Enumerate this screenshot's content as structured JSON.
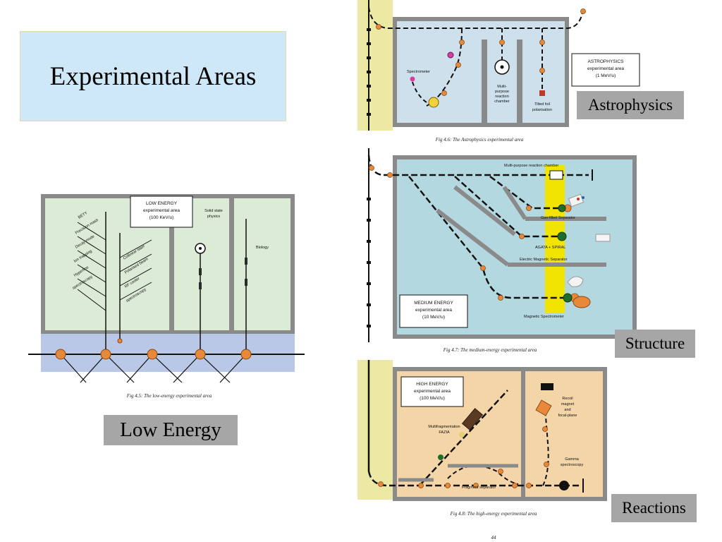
{
  "slide": {
    "title": "Experimental Areas"
  },
  "tags": {
    "astrophysics": "Astrophysics",
    "structure": "Structure",
    "reactions": "Reactions",
    "low_energy": "Low Energy"
  },
  "figures": {
    "low_energy": {
      "caption": "Fig 4.5: The low-energy experimental area",
      "area_box": [
        "LOW ENERGY",
        "experimental area",
        "(100 KeV/u)"
      ],
      "labels": {
        "solid_state": [
          "Solid state",
          "physics"
        ],
        "biology": "Biology",
        "left_branches": [
          "BETY",
          "Precision mass",
          "Decay mode",
          "Ion trapping",
          "Hyperfine",
          "spectroscopy"
        ],
        "right_branches": [
          "Collinear laser",
          "Polarised beam",
          "RF cooler",
          "spectroscopy"
        ]
      },
      "colors": {
        "area": "#dcebd5",
        "walls": "#8a8a8a",
        "beamline_band": "#b8c8e6",
        "node": "#e8893a"
      }
    },
    "astrophysics": {
      "caption": "Fig 4.6: The Astrophysics experimental area",
      "area_box": [
        "ASTROPHYSICS",
        "experimental area",
        "(1 MeV/u)"
      ],
      "labels": {
        "spectrometer": "Spectrometer",
        "chamber": [
          "Multi-",
          "purpose",
          "reaction",
          "chamber"
        ],
        "polarisation": [
          "Tilted foil",
          "polarisation"
        ]
      },
      "colors": {
        "area": "#cde0ec",
        "walls": "#8a8a8a",
        "band": "#ece9a4"
      }
    },
    "medium_energy": {
      "caption": "Fig 4.7: The medium-energy experimental area",
      "area_box": [
        "MEDIUM ENERGY",
        "experimental area",
        "(10 MeV/u)"
      ],
      "labels": {
        "chamber": "Multi-purpose reaction chamber",
        "gas_filled": "Gas-filled Separator",
        "agata": "AGATA + SPIRAL",
        "electric_magnetic": "Electric Magnetic Separator",
        "magnetic": "Magnetic Spectrometer"
      },
      "colors": {
        "area": "#b4d8e0",
        "walls": "#8a8a8a",
        "beam_band": "#f0e400"
      }
    },
    "high_energy": {
      "caption": "Fig 4.8: The high-energy experimental area",
      "area_box": [
        "HIGH ENERGY",
        "experimental area",
        "(100 MeV/u)"
      ],
      "labels": {
        "multi": [
          "Multifragmentation",
          "FAZIA"
        ],
        "fragment": "Fragment separator",
        "recoil": [
          "Recoil",
          "magnet",
          "and",
          "focal-plane"
        ],
        "gamma": [
          "Gamma",
          "spectroscopy"
        ]
      },
      "colors": {
        "area": "#f3d5a8",
        "walls": "#8a8a8a",
        "band": "#ece9a4"
      }
    },
    "page_number": "44"
  }
}
